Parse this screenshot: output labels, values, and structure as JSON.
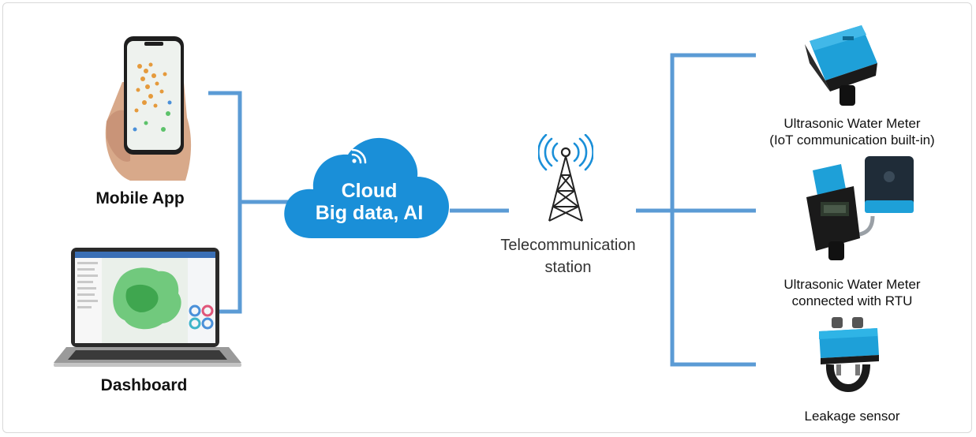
{
  "mobile": {
    "label": "Mobile App"
  },
  "dashboard": {
    "label": "Dashboard"
  },
  "cloud": {
    "line1": "Cloud",
    "line2": "Big data, AI"
  },
  "station": {
    "line1": "Telecommunication",
    "line2": "station"
  },
  "devices": [
    {
      "line1": "Ultrasonic Water Meter",
      "line2": "(IoT communication built-in)"
    },
    {
      "line1": "Ultrasonic Water Meter",
      "line2": "connected with RTU"
    },
    {
      "line1": "Leakage sensor",
      "line2": ""
    }
  ],
  "colors": {
    "connector": "#5b9bd5",
    "cloud": "#1a8fd8",
    "meter_blue": "#1ea0d8",
    "map_green": "#5cc26a"
  }
}
